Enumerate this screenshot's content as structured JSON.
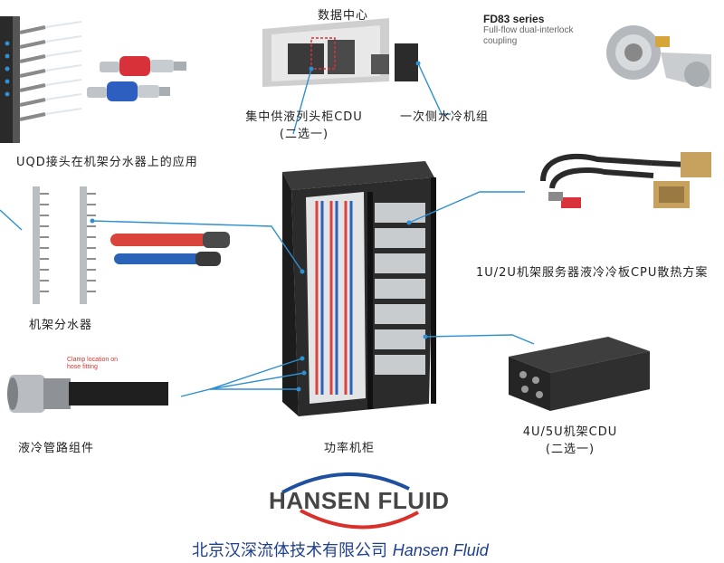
{
  "labels": {
    "data_center": "数据中心",
    "fd83_title": "FD83 series",
    "fd83_sub": "Full-flow dual-interlock coupling",
    "central_cdu_line1": "集中供液列头柜CDU",
    "central_cdu_line2": "(二选一)",
    "primary_chiller": "一次侧水冷机组",
    "uqd_rack": "UQD接头在机架分水器上的应用",
    "cpu_plate": "1U/2U机架服务器液冷冷板CPU散热方案",
    "manifold": "机架分水器",
    "clamp_note": "Clamp location on hose fitting",
    "hose_assembly": "液冷管路组件",
    "power_cabinet": "功率机柜",
    "rack_cdu_line1": "4U/5U机架CDU",
    "rack_cdu_line2": "(二选一)"
  },
  "logo": {
    "text": "HANSEN FLUID"
  },
  "footer": {
    "cn": "北京汉深流体技术有限公司",
    "en": "Hansen Fluid"
  },
  "colors": {
    "leader": "#2f8fd0",
    "brand_blue": "#1f3f8f",
    "logo_red": "#d8312b",
    "logo_blue": "#1f4f9f",
    "hose_red": "#d9443c",
    "hose_blue": "#2a63b8"
  }
}
